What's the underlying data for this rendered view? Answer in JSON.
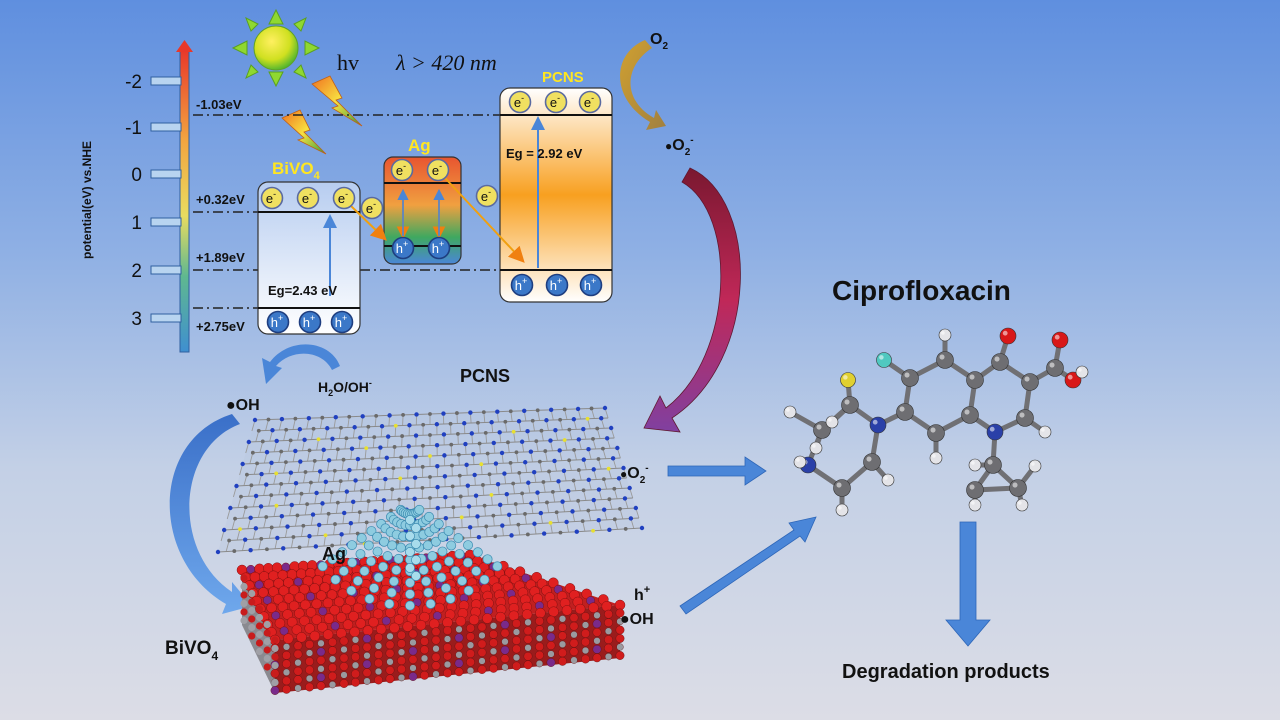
{
  "axis": {
    "title": "potential(eV) vs.NHE",
    "ticks": [
      "-2",
      "-1",
      "0",
      "1",
      "2",
      "3"
    ]
  },
  "illumination": {
    "hv": "hv",
    "wavelength": "λ > 420 nm"
  },
  "levels": {
    "pcns_cb": "-1.03eV",
    "bivo4_cb": "+0.32eV",
    "pcns_vb": "+1.89eV",
    "bivo4_vb": "+2.75eV"
  },
  "materials": {
    "bivo4": {
      "name": "BiVO",
      "sub": "4",
      "gap": "Eg=2.43 eV"
    },
    "ag": {
      "name": "Ag"
    },
    "pcns": {
      "name": "PCNS",
      "gap": "Eg = 2.92 eV"
    }
  },
  "carriers": {
    "electron": "e",
    "electron_sup": "-",
    "hole": "h",
    "hole_sup": "+"
  },
  "species": {
    "o2": "O",
    "o2_sub": "2",
    "superoxide_dot": "●",
    "superoxide": "O",
    "superoxide_sub": "2",
    "superoxide_sup": "-",
    "hydroxyl": "●OH",
    "water": "H",
    "water_sub": "2",
    "water_rest": "O/OH",
    "water_sup": "-",
    "hole_label": "h",
    "hole_label_sup": "+"
  },
  "labels": {
    "pcns_sheet": "PCNS",
    "ag_cluster": "Ag",
    "bivo4_slab": "BiVO",
    "bivo4_slab_sub": "4",
    "molecule": "Ciprofloxacin",
    "products": "Degradation products"
  },
  "colors": {
    "axis_bar_top": "#e8382a",
    "axis_bar_mid": "#f5d04a",
    "axis_bar_bottom": "#3f8fd0",
    "material_label": "#ffe620",
    "electron_fill": "#f0e060",
    "hole_fill": "#3b78c8",
    "flow_arrow": "#4a86d8",
    "superoxide_arrow": "#b02050"
  }
}
